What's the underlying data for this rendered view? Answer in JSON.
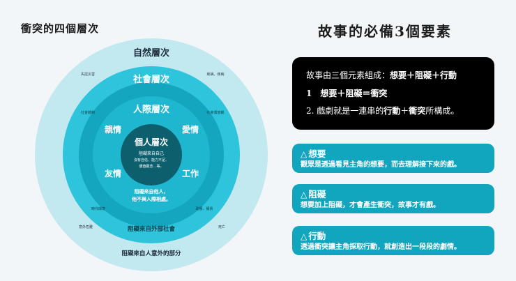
{
  "left_title": "衝突的四個層次",
  "right_title": "故事的必備3個要素",
  "rings": {
    "nature": {
      "label": "自然層次",
      "tags": [
        "失控災害",
        "疾病、疾病",
        "意外危難",
        "死亡"
      ],
      "bottom": "阻礙來自人意外的部分"
    },
    "society": {
      "label": "社會層次",
      "tags": [
        "社會體制",
        "社會價值觀",
        "時代環境",
        "政權、權貴"
      ],
      "bottom": "阻礙來自外部社會"
    },
    "interpersonal": {
      "label": "人際層次",
      "quadrants": [
        "親情",
        "愛情",
        "友情",
        "工作"
      ],
      "bottom_lines": [
        "阻礙來自他人，",
        "他不與人際相處。"
      ]
    },
    "personal": {
      "label": "個人層次",
      "lines": [
        "阻礙來自自己",
        "沒有自信、能力不足、",
        "價值觀念…等。"
      ]
    }
  },
  "black_box": {
    "line1_prefix": "故事由三個元素組成：",
    "line1_bold": "想要＋阻礙＋行動",
    "line2": "1　想要＋阻礙＝衝突",
    "line3_prefix": "2. 戲劇就是一連串的",
    "line3_bold1": "行動",
    "line3_mid": "＋",
    "line3_bold2": "衝突",
    "line3_suffix": "所構成。"
  },
  "cards": [
    {
      "icon": "△",
      "title": "想要",
      "body": "觀眾是透過看見主角的想要，而去理解接下來的戲。"
    },
    {
      "icon": "△",
      "title": "阻礙",
      "body": "想要加上阻礙，才會產生衝突，故事才有戲。"
    },
    {
      "icon": "△",
      "title": "行動",
      "body": "透過衝突讓主角採取行動，就創造出一段段的劇情。"
    }
  ],
  "colors": {
    "outer_ring": "#c2e8f0",
    "second_ring": "#2ec4dc",
    "third_ring": "#14a6bf",
    "inner_ring": "#1fb6cf",
    "core": "#0e5f6e",
    "black_box": "#000000",
    "card": "#11a5be"
  }
}
